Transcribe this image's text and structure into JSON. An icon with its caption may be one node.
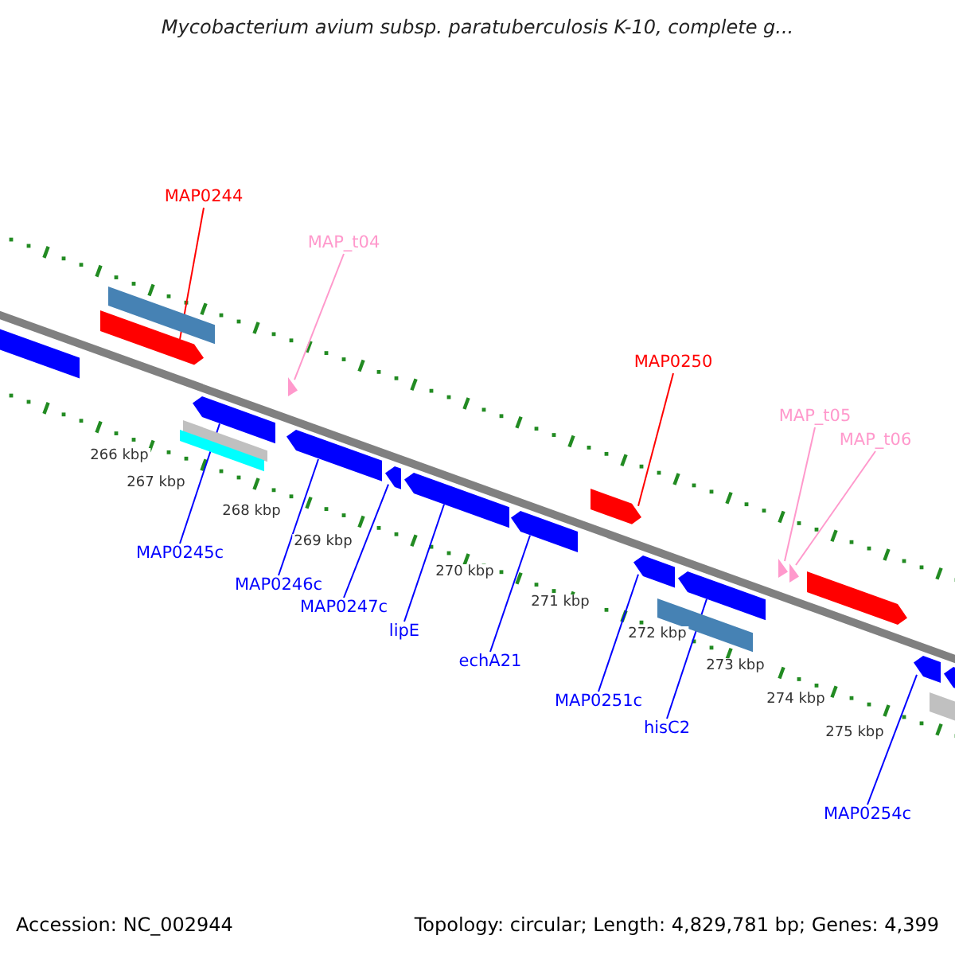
{
  "diagram": {
    "title": "Mycobacterium avium subsp. paratuberculosis K-10, complete g...",
    "nodes": [
      {
        "text": [
          "MAP0244"
        ]
      },
      {
        "text": [
          "MAP_t04"
        ]
      },
      {
        "text": [
          "MAP0250"
        ]
      },
      {
        "text": [
          "MAP_t05"
        ]
      },
      {
        "text": [
          "MAP_t06"
        ]
      },
      {
        "text": [
          "MAP0245c"
        ]
      },
      {
        "text": [
          "MAP0246c"
        ]
      },
      {
        "text": [
          "MAP0247c"
        ]
      },
      {
        "text": [
          "lipE"
        ]
      },
      {
        "text": [
          "echA21"
        ]
      },
      {
        "text": [
          "MAP0251c"
        ]
      },
      {
        "text": [
          "hisC2"
        ]
      },
      {
        "text": [
          "MAP0254c"
        ]
      },
      {
        "text": [],
        "shape": "bar"
      },
      {
        "text": [],
        "shape": "bar"
      },
      {
        "text": [],
        "shape": "arrow"
      },
      {
        "text": [],
        "shape": "arrow"
      },
      {
        "text": [],
        "shape": "bar"
      },
      {
        "text": [],
        "shape": "bar"
      },
      {
        "text": [],
        "shape": "triangle"
      },
      {
        "text": [],
        "shape": "arrow"
      },
      {
        "text": [],
        "shape": "arrow"
      },
      {
        "text": [],
        "shape": "arrow"
      },
      {
        "text": [],
        "shape": "arrow"
      },
      {
        "text": [],
        "shape": "arrow"
      },
      {
        "text": [],
        "shape": "arrow"
      },
      {
        "text": [],
        "shape": "arrow"
      },
      {
        "text": [],
        "shape": "bar"
      },
      {
        "text": [],
        "shape": "triangle"
      },
      {
        "text": [],
        "shape": "triangle"
      },
      {
        "text": [],
        "shape": "arrow"
      },
      {
        "text": [],
        "shape": "arrow"
      },
      {
        "text": [],
        "shape": "arrow"
      },
      {
        "text": [],
        "shape": "bar"
      }
    ],
    "edges": [
      {
        "from": 0,
        "to": 15,
        "arrow": "none",
        "color": "#ff0000"
      },
      {
        "from": 1,
        "to": 19,
        "arrow": "none",
        "color": "#ff99cc"
      },
      {
        "from": 2,
        "to": 24,
        "arrow": "none",
        "color": "#ff0000"
      },
      {
        "from": 3,
        "to": 28,
        "arrow": "none",
        "color": "#ff99cc"
      },
      {
        "from": 4,
        "to": 29,
        "arrow": "none",
        "color": "#ff99cc"
      },
      {
        "from": 5,
        "to": 16,
        "arrow": "none"
      },
      {
        "from": 6,
        "to": 20,
        "arrow": "none"
      },
      {
        "from": 7,
        "to": 21,
        "arrow": "none"
      },
      {
        "from": 8,
        "to": 22,
        "arrow": "none"
      },
      {
        "from": 9,
        "to": 23,
        "arrow": "none"
      },
      {
        "from": 10,
        "to": 25,
        "arrow": "none"
      },
      {
        "from": 11,
        "to": 26,
        "arrow": "none"
      },
      {
        "from": 12,
        "to": 31,
        "arrow": "none"
      }
    ],
    "labels": [
      "266 kbp",
      "267 kbp",
      "268 kbp",
      "269 kbp",
      "270 kbp",
      "271 kbp",
      "272 kbp",
      "273 kbp",
      "274 kbp",
      "275 kbp",
      "Accession: NC_002944",
      "Topology: circular; Length: 4,829,781 bp; Genes: 4,399"
    ]
  }
}
